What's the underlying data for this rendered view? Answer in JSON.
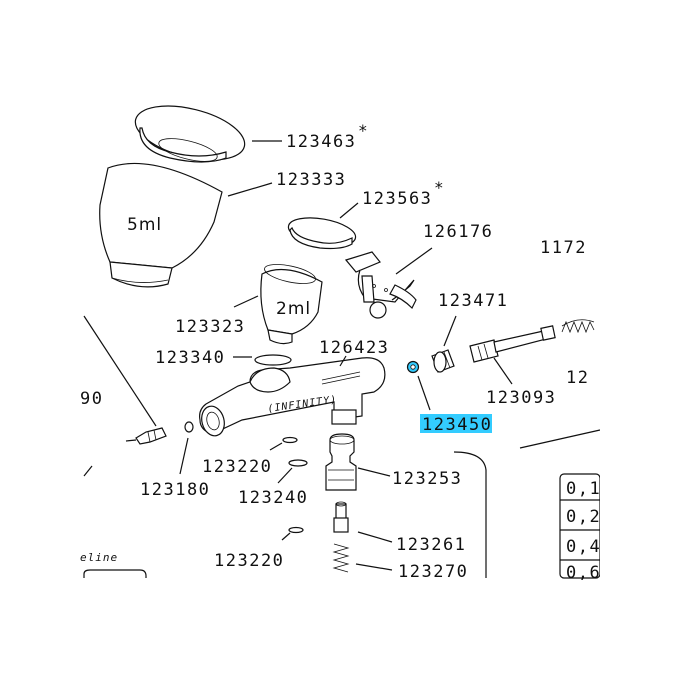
{
  "parts": {
    "cap_5ml_lid": {
      "number": "123463",
      "mark": "*"
    },
    "cup_5ml": {
      "number": "123333",
      "volume": "5ml"
    },
    "cap_2ml_lid": {
      "number": "123563",
      "mark": "*"
    },
    "cup_2ml": {
      "number": "123323",
      "volume": "2ml"
    },
    "trigger_lever": {
      "number": "126176"
    },
    "side_number_partial": {
      "number": "1172"
    },
    "nozzle_nut": {
      "number": "123471"
    },
    "o_ring_cup": {
      "number": "123340"
    },
    "body": {
      "number": "126423",
      "brand": "(INFINITY)"
    },
    "o_ring_highlighted": {
      "number": "123450",
      "highlight_color": "#33ccff"
    },
    "needle_chuck": {
      "number": "123093"
    },
    "side_number_partial_2": {
      "number": "12"
    },
    "left_number_partial": {
      "number": "90"
    },
    "o_ring_valve": {
      "number": "123220"
    },
    "nozzle": {
      "number": "123180"
    },
    "valve_o_ring": {
      "number": "123240"
    },
    "valve_housing": {
      "number": "123253"
    },
    "o_ring_valve_2": {
      "number": "123220"
    },
    "valve_piston": {
      "number": "123261"
    },
    "valve_spring": {
      "number": "123270"
    }
  },
  "side_table": {
    "rows": [
      "0,1",
      "0,2",
      "0,4",
      "0,6"
    ]
  },
  "bottom_note": {
    "text": "eline"
  }
}
